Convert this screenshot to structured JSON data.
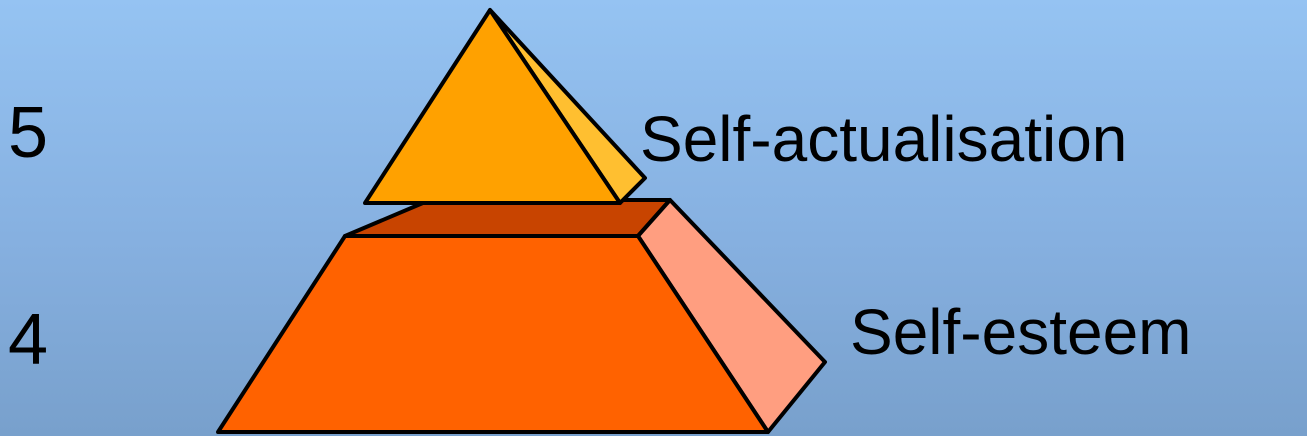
{
  "levels": [
    {
      "number": "5",
      "label": "Self-actualisation"
    },
    {
      "number": "4",
      "label": "Self-esteem"
    }
  ],
  "colors": {
    "background_top": "#95c3f2",
    "background_bottom": "#78a0cc",
    "apex_front": "#ffa100",
    "apex_side": "#ffbf30",
    "tier_front": "#ff6200",
    "tier_top": "#c84400",
    "tier_side": "#ff9e80",
    "outline": "#000000"
  }
}
